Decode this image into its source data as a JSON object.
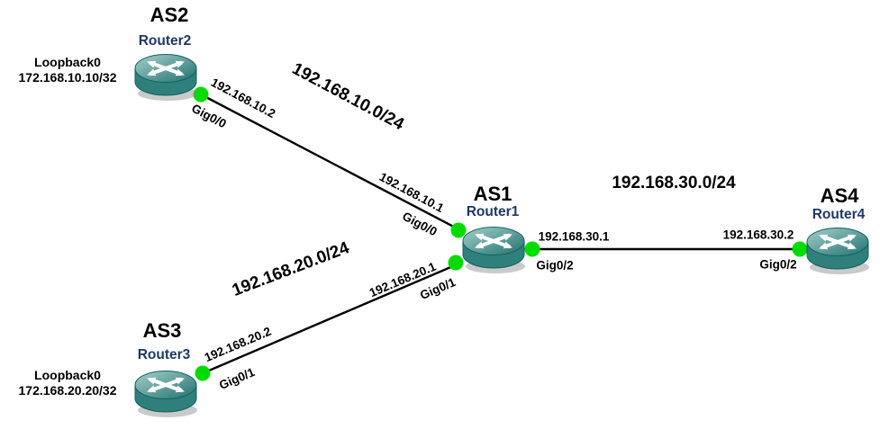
{
  "diagram": {
    "type": "network-topology",
    "colors": {
      "background": "#ffffff",
      "link": "#000000",
      "endpoint_dot": "#00dc00",
      "router_body": "#2f7f7c",
      "router_top_light": "#a6d0cb",
      "router_top_dark": "#20716f",
      "router_outline": "#14605e",
      "as_label_color": "#000000",
      "router_name_color": "#1f3864"
    },
    "nodes": [
      {
        "id": "router1",
        "as_label": "AS1",
        "name": "Router1"
      },
      {
        "id": "router2",
        "as_label": "AS2",
        "name": "Router2",
        "loopback": {
          "name": "Loopback0",
          "ip": "172.168.10.10/32"
        }
      },
      {
        "id": "router3",
        "as_label": "AS3",
        "name": "Router3",
        "loopback": {
          "name": "Loopback0",
          "ip": "172.168.20.20/32"
        }
      },
      {
        "id": "router4",
        "as_label": "AS4",
        "name": "Router4"
      }
    ],
    "links": [
      {
        "id": "router2-router1",
        "subnet": "192.168.10.0/24",
        "endpoints": [
          {
            "node": "Router2",
            "ip": "192.168.10.2",
            "interface": "Gig0/0"
          },
          {
            "node": "Router1",
            "ip": "192.168.10.1",
            "interface": "Gig0/0"
          }
        ]
      },
      {
        "id": "router3-router1",
        "subnet": "192.168.20.0/24",
        "endpoints": [
          {
            "node": "Router3",
            "ip": "192.168.20.2",
            "interface": "Gig0/1"
          },
          {
            "node": "Router1",
            "ip": "192.168.20.1",
            "interface": "Gig0/1"
          }
        ]
      },
      {
        "id": "router1-router4",
        "subnet": "192.168.30.0/24",
        "endpoints": [
          {
            "node": "Router1",
            "ip": "192.168.30.1",
            "interface": "Gig0/2"
          },
          {
            "node": "Router4",
            "ip": "192.168.30.2",
            "interface": "Gig0/2"
          }
        ]
      }
    ]
  }
}
